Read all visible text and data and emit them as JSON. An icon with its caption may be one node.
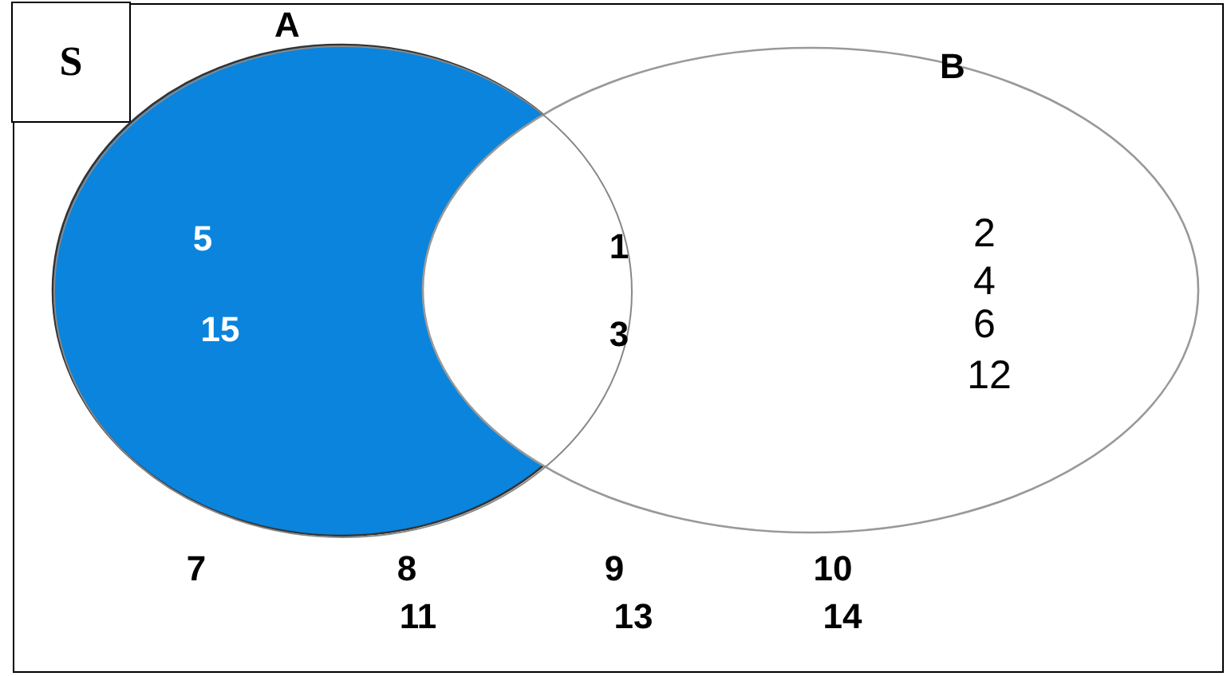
{
  "diagram": {
    "nodes": [
      {
        "text": [],
        "shape": "box"
      },
      {
        "text": [
          "S"
        ],
        "in": 0
      },
      {
        "text": [
          "A"
        ],
        "in": 0
      },
      {
        "text": [
          "B"
        ],
        "in": 0
      }
    ],
    "labels": [
      "5",
      "1",
      "2",
      "4",
      "15",
      "3",
      "6",
      "12",
      "7",
      "8",
      "9",
      "10",
      "11",
      "13",
      "14"
    ]
  }
}
